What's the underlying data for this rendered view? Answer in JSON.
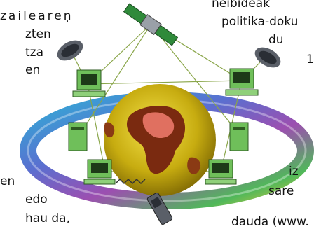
{
  "text_fragments": {
    "left": [
      "zaileareṇ",
      "zten",
      "tza",
      "en",
      "en",
      "edo",
      "hau da,"
    ],
    "right": [
      "neibideak",
      "politika-doku",
      "du",
      "1",
      "iz",
      "sare",
      "dauda (www."
    ]
  },
  "colors": {
    "ring_outer": "#7b5cc9",
    "ring_inner": "#3ab0d8",
    "globe_ocean": "#c8b400",
    "globe_land": "#7a2a10",
    "globe_highlight": "#e07060",
    "computer": "#6fbf5a",
    "satellite_panel": "#2f8a3a",
    "satellite_body": "#9aa0a8"
  }
}
